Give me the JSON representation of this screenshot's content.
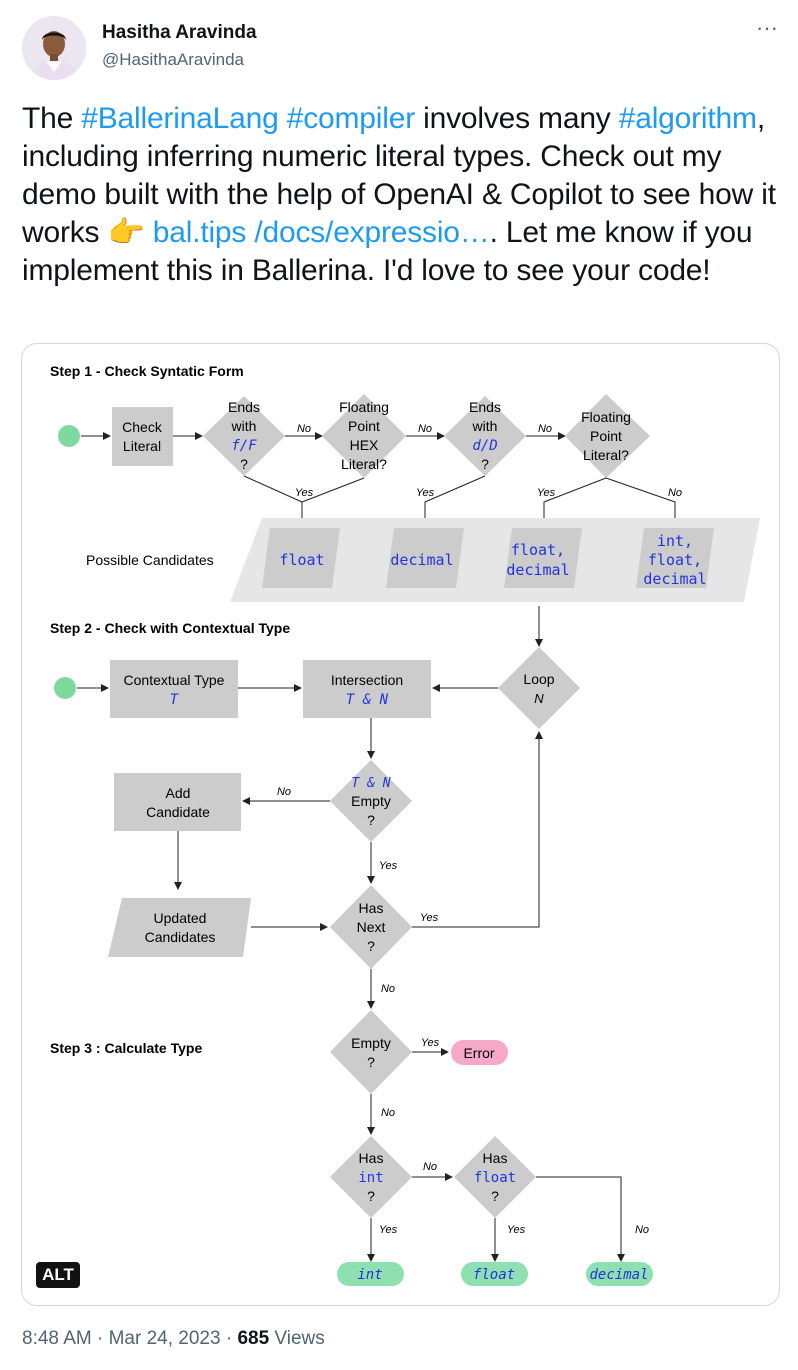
{
  "author": {
    "name": "Hasitha Aravinda",
    "handle": "@HasithaAravinda"
  },
  "tweet": {
    "t1": "The ",
    "tag1": "#BallerinaLang",
    "t2": " ",
    "tag2": "#compiler",
    "t3": " involves many ",
    "tag3": "#algorithm",
    "t4": ", including inferring numeric literal types. Check out my demo built with the help of OpenAI & Copilot to see how it works 👉 ",
    "link": "bal.tips /docs/expressio…",
    "t5": ". Let me know if you implement this in Ballerina. I'd love to see your code!"
  },
  "diagram": {
    "step1": "Step 1 - Check Syntatic Form",
    "check_literal": [
      "Check",
      "Literal"
    ],
    "ends_fF": [
      "Ends",
      "with",
      "f/F",
      "?"
    ],
    "float_hex": [
      "Floating",
      "Point",
      "HEX",
      "Literal?"
    ],
    "ends_dD": [
      "Ends",
      "with",
      "d/D",
      "?"
    ],
    "float_lit": [
      "Floating",
      "Point",
      "Literal?"
    ],
    "no": "No",
    "yes": "Yes",
    "possible_candidates": "Possible Candidates",
    "cand1": [
      "float"
    ],
    "cand2": [
      "decimal"
    ],
    "cand3": [
      "float,",
      "decimal"
    ],
    "cand4": [
      "int,",
      "float,",
      "decimal"
    ],
    "step2": "Step 2 - Check with Contextual Type",
    "contextual_type": [
      "Contextual Type",
      "T"
    ],
    "intersection": [
      "Intersection",
      "T & N"
    ],
    "loop": [
      "Loop",
      "N"
    ],
    "tn_empty": [
      "T & N",
      "Empty",
      "?"
    ],
    "add_candidate": [
      "Add",
      "Candidate"
    ],
    "updated_candidates": [
      "Updated",
      "Candidates"
    ],
    "has_next": [
      "Has",
      "Next",
      "?"
    ],
    "step3": "Step 3 : Calculate Type",
    "empty": [
      "Empty",
      "?"
    ],
    "error": "Error",
    "has_int": [
      "Has",
      "int",
      "?"
    ],
    "has_float": [
      "Has",
      "float",
      "?"
    ],
    "out_int": "int",
    "out_float": "float",
    "out_decimal": "decimal",
    "alt": "ALT"
  },
  "footer": {
    "time": "8:48 AM · Mar 24, 2023 · ",
    "views_count": "685",
    "views_label": " Views"
  },
  "colors": {
    "accent": "#1d9bf0",
    "shape_gray": "#cccccc",
    "start_green": "#7ed9a0",
    "end_green": "#8fe0b0",
    "error_pink": "#f5a8c8",
    "code_blue": "#2233dd"
  }
}
